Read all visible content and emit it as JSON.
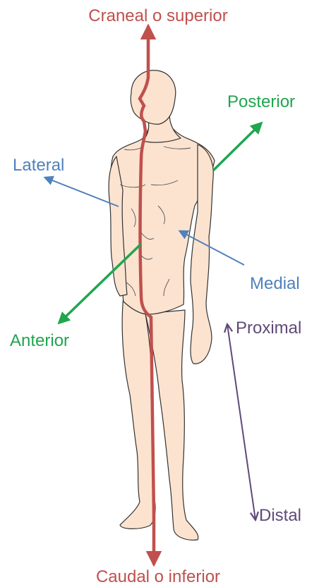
{
  "labels": {
    "superior": "Craneal o superior",
    "inferior": "Caudal o inferior",
    "posterior": "Posterior",
    "lateral": "Lateral",
    "medial": "Medial",
    "anterior": "Anterior",
    "proximal": "Proximal",
    "distal": "Distal"
  },
  "colors": {
    "midline": "#c0504d",
    "anterior_posterior": "#1fa64f",
    "lateral_medial": "#4f81bd",
    "proximal_distal": "#5f497a",
    "skin": "#fbe3d0",
    "outline": "#333333"
  }
}
